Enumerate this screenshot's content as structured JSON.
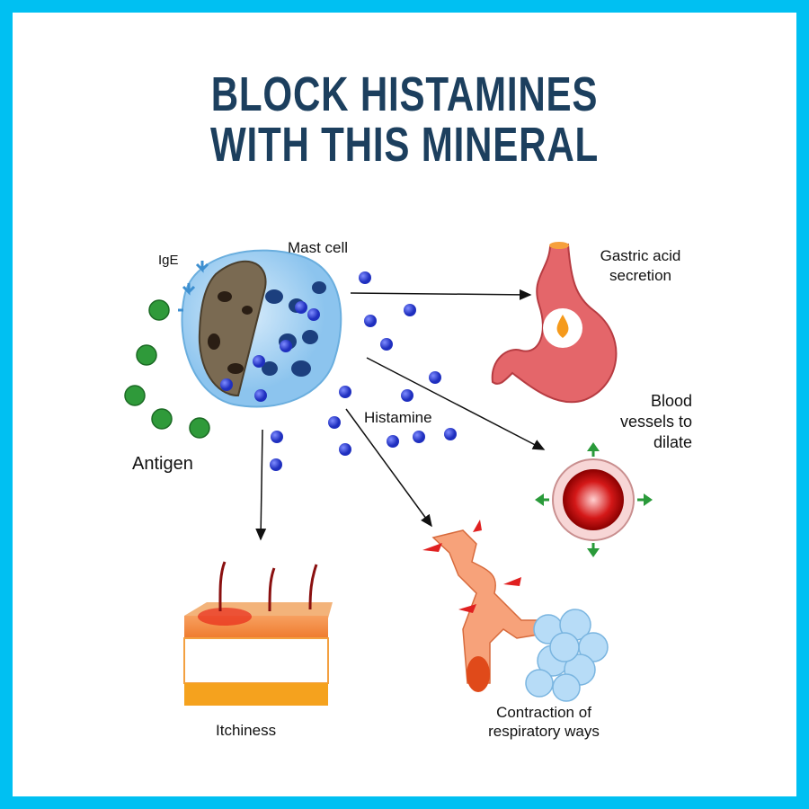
{
  "title": {
    "line1": "BLOCK HISTAMINES",
    "line2": "WITH THIS MINERAL"
  },
  "labels": {
    "ige": "IgE",
    "mast_cell": "Mast cell",
    "antigen": "Antigen",
    "histamine": "Histamine",
    "gastric_line1": "Gastric acid",
    "gastric_line2": "secretion",
    "blood_line1": "Blood",
    "blood_line2": "vessels to",
    "blood_line3": "dilate",
    "itchiness": "Itchiness",
    "resp_line1": "Contraction of",
    "resp_line2": "respiratory ways"
  },
  "colors": {
    "border": "#00c0f2",
    "title": "#1c3f5e",
    "histamine": "#2a3fd6",
    "antigen": "#2f9a3a"
  }
}
